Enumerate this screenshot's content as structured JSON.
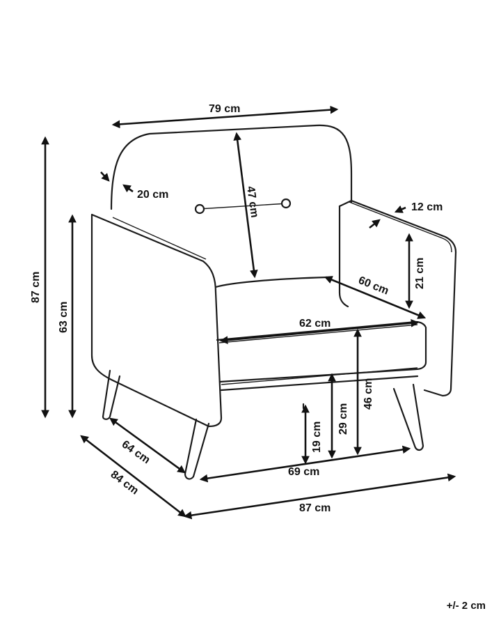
{
  "dimensions": {
    "total_width": "79 cm",
    "back_height": "47 cm",
    "backrest_thickness": "20 cm",
    "armrest_width": "12 cm",
    "armrest_height": "21 cm",
    "seat_depth": "60 cm",
    "seat_width": "62 cm",
    "seat_height": "46 cm",
    "seat_frame_height": "29 cm",
    "leg_height": "19 cm",
    "inner_depth": "64 cm",
    "total_depth": "84 cm",
    "leg_span": "69 cm",
    "overall_length": "87 cm",
    "total_height": "87 cm",
    "arm_height": "63 cm"
  },
  "tolerance": "+/- 2 cm"
}
